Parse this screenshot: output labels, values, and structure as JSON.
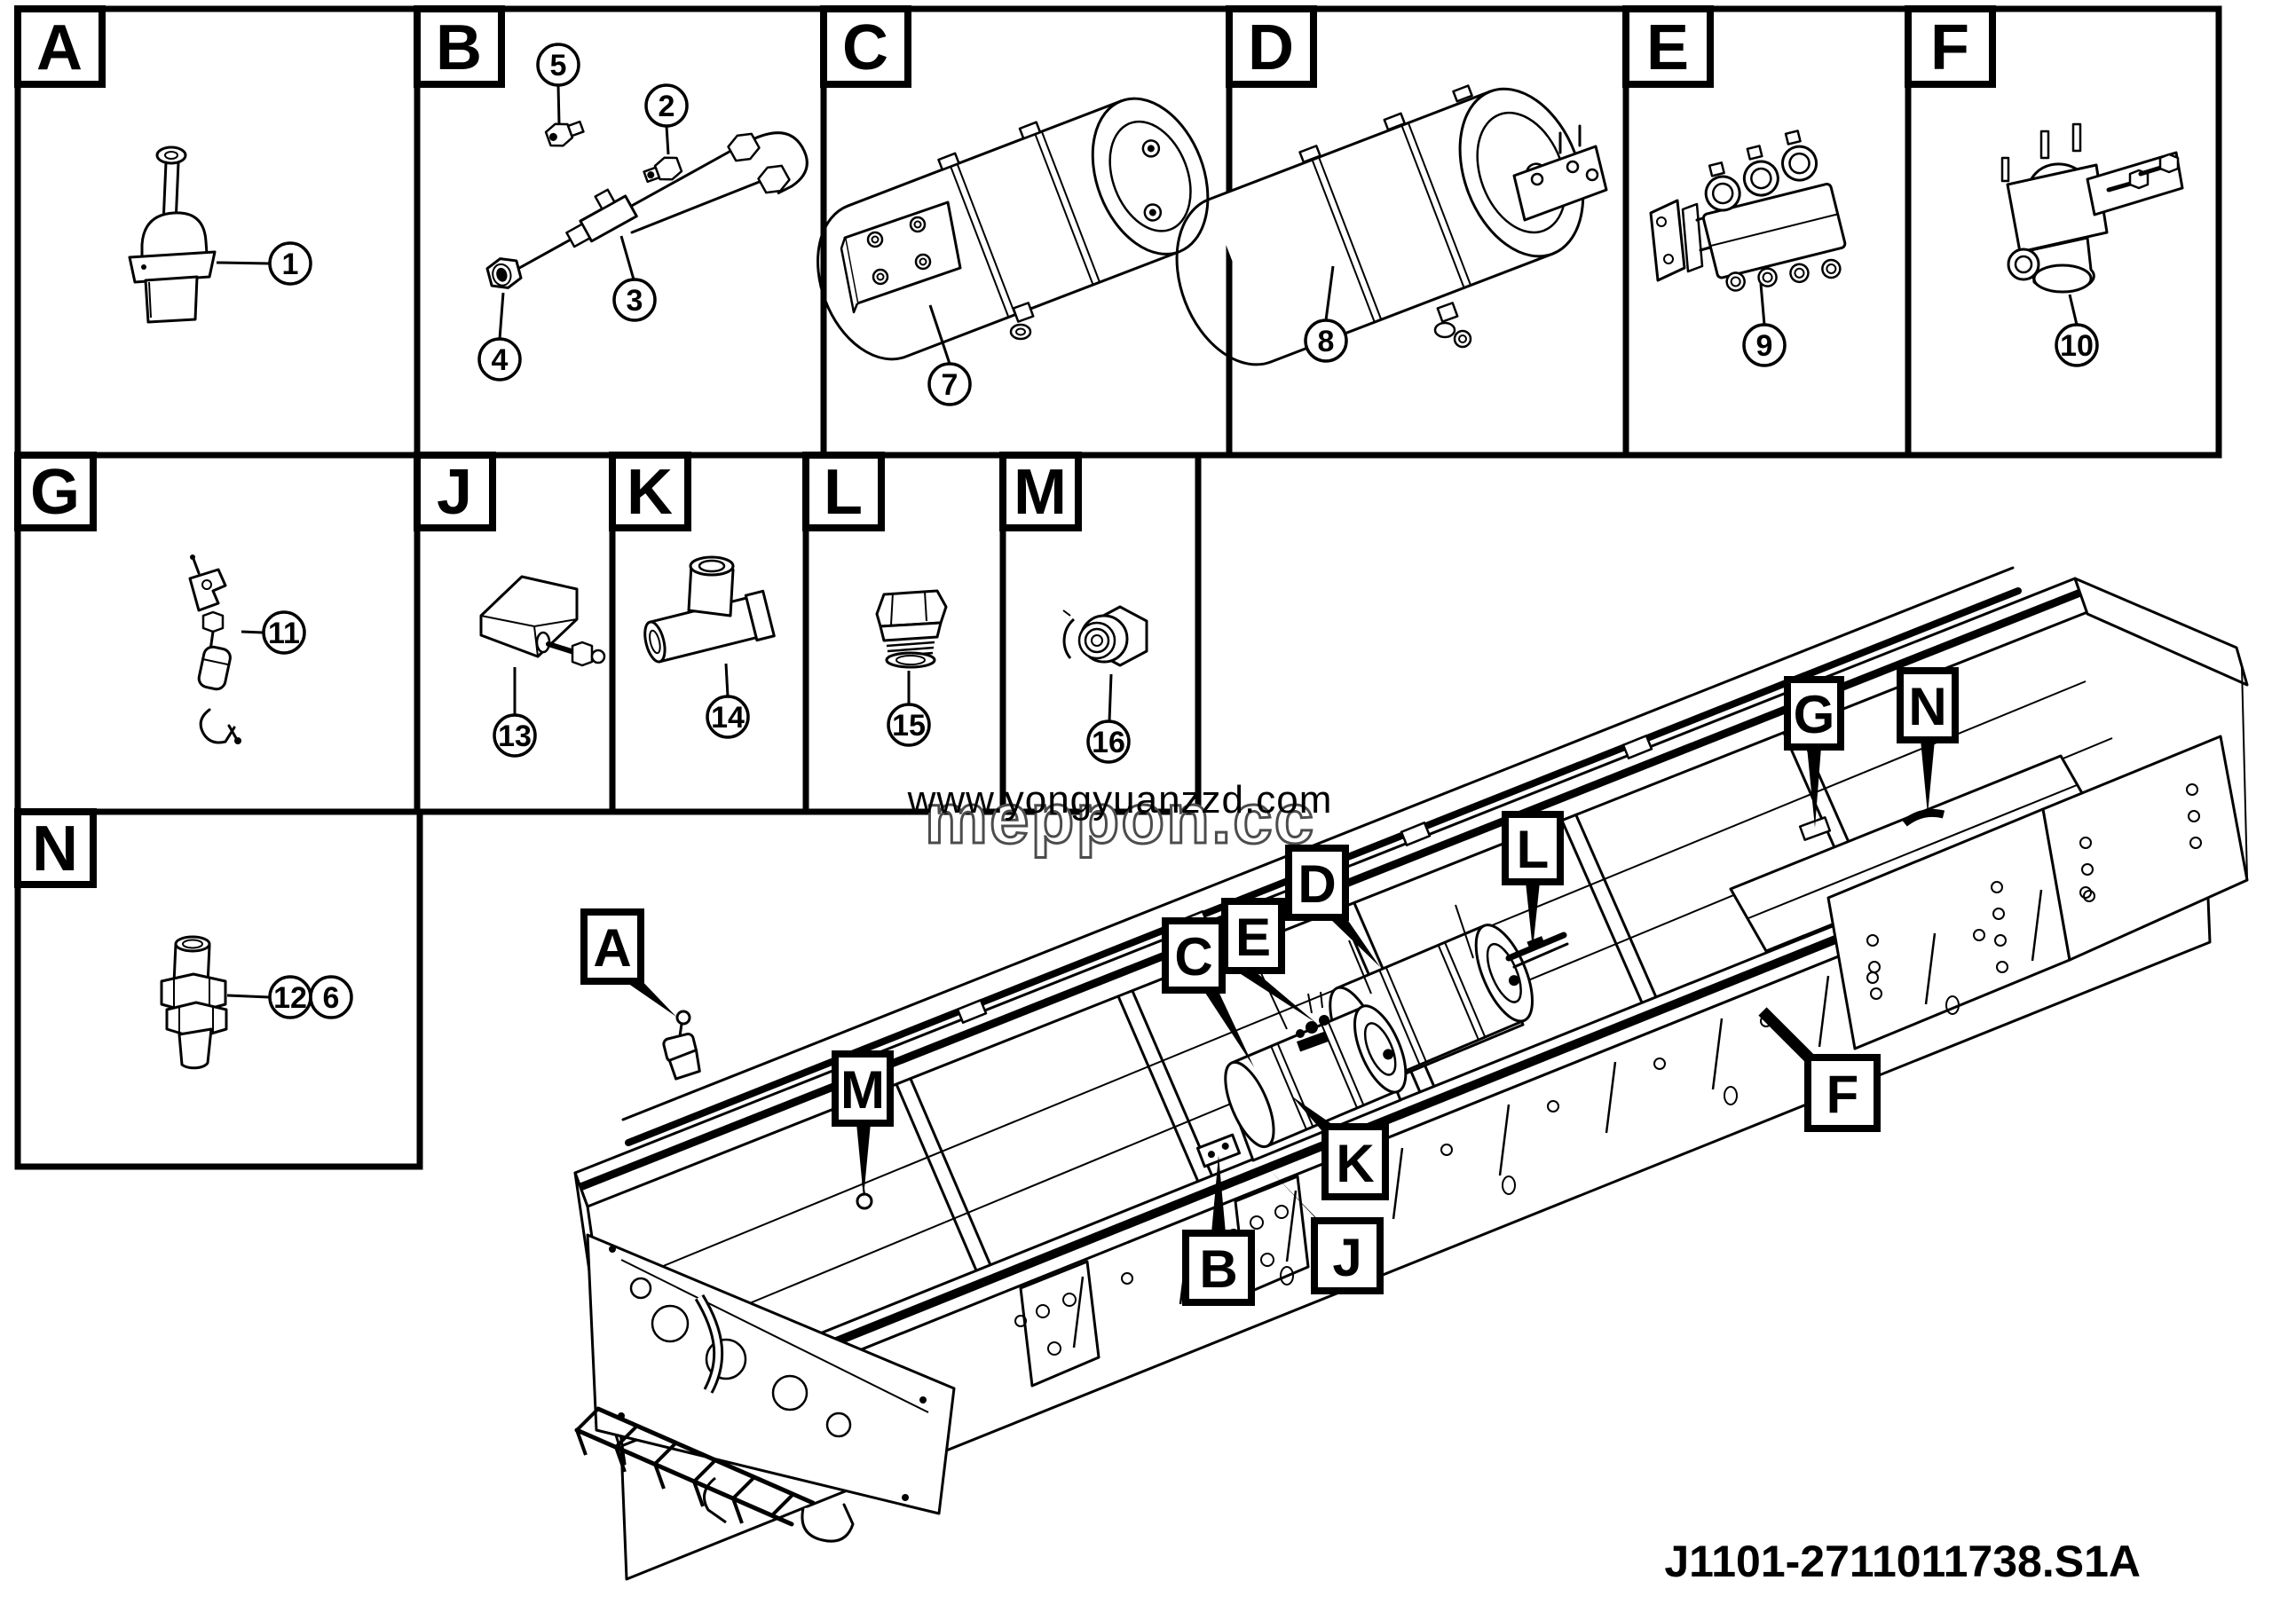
{
  "drawing_code": "J1101-2711011738.S1A",
  "watermark": {
    "blue_text": "www.yongyuanzzd.com",
    "blue_color": "#1e78c8",
    "gray_text": "meppon.cc",
    "gray_color": "#4c4c4c"
  },
  "panels": [
    {
      "id": "A",
      "letter": "A",
      "callouts": [
        "1"
      ]
    },
    {
      "id": "B",
      "letter": "B",
      "callouts": [
        "5",
        "2",
        "3",
        "4"
      ]
    },
    {
      "id": "C",
      "letter": "C",
      "callouts": [
        "7"
      ]
    },
    {
      "id": "D",
      "letter": "D",
      "callouts": [
        "8"
      ]
    },
    {
      "id": "E",
      "letter": "E",
      "callouts": [
        "9"
      ]
    },
    {
      "id": "F",
      "letter": "F",
      "callouts": [
        "10"
      ]
    },
    {
      "id": "G",
      "letter": "G",
      "callouts": [
        "11"
      ]
    },
    {
      "id": "J",
      "letter": "J",
      "callouts": [
        "13"
      ]
    },
    {
      "id": "K",
      "letter": "K",
      "callouts": [
        "14"
      ]
    },
    {
      "id": "L",
      "letter": "L",
      "callouts": [
        "15"
      ]
    },
    {
      "id": "M",
      "letter": "M",
      "callouts": [
        "16"
      ]
    },
    {
      "id": "N",
      "letter": "N",
      "callouts": [
        "12",
        "6"
      ]
    }
  ],
  "chassis_labels": [
    {
      "letter": "G"
    },
    {
      "letter": "N"
    },
    {
      "letter": "L"
    },
    {
      "letter": "D"
    },
    {
      "letter": "E"
    },
    {
      "letter": "C"
    },
    {
      "letter": "M"
    },
    {
      "letter": "A"
    },
    {
      "letter": "F"
    },
    {
      "letter": "K"
    },
    {
      "letter": "B"
    },
    {
      "letter": "J"
    }
  ]
}
